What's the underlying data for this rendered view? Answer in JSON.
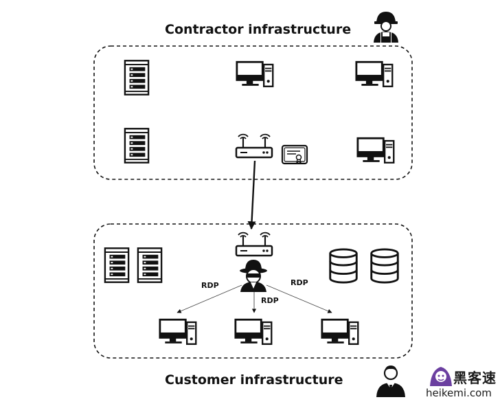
{
  "titles": {
    "contractor": "Contractor infrastructure",
    "customer": "Customer infrastructure"
  },
  "connections": {
    "rdp_label": "RDP"
  },
  "watermark": {
    "chinese_text": "黑客速",
    "url_text": "heikemi.com"
  },
  "icons": {
    "server": "server-rack-icon",
    "computer": "desktop-computer-icon",
    "router": "wifi-router-icon",
    "certificate": "certificate-icon",
    "database": "database-icon",
    "worker": "contractor-worker-icon",
    "customer": "businessman-icon",
    "attacker": "hacker-icon"
  },
  "colors": {
    "stroke": "#111111",
    "background": "#ffffff",
    "watermark_accent": "#6b3fa0"
  }
}
